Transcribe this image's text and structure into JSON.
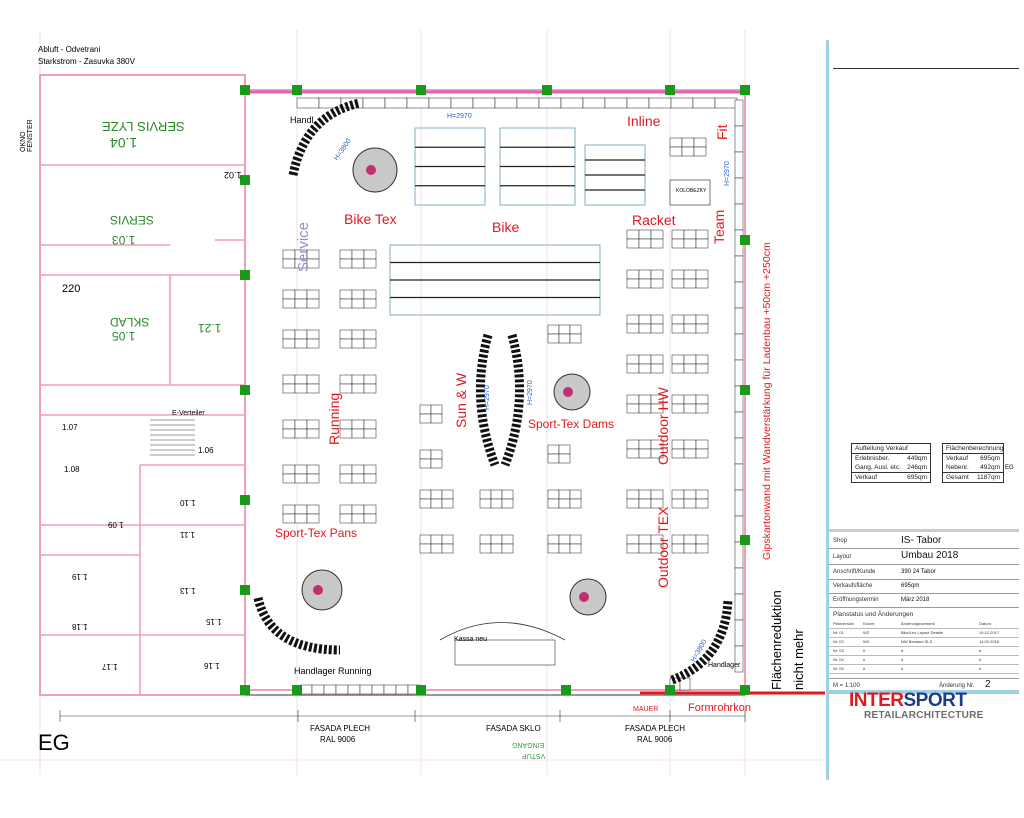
{
  "header_notes": {
    "exhaust": "Abluft  -  Odvetrani",
    "power": "Starkstrom  -  Zasuvka 380V"
  },
  "floor_label": "EG",
  "rooms": {
    "r104": "1.04",
    "r104_name": "SERVIS LYZE",
    "r103": "1.03",
    "r103_name": "SERVIS",
    "r105": "1.05",
    "r105_name": "SKLAD",
    "r220": "220",
    "r121": "1.21",
    "r102": "1.02",
    "r106": "1.06",
    "r107": "1.07",
    "r108": "1.08",
    "r109": "1.09",
    "r110": "1.10",
    "r111": "1.11",
    "r113": "1.13",
    "r115": "1.15",
    "r116": "1.16",
    "r117": "1.17",
    "r118": "1.18",
    "r119": "1.19",
    "window": "OKNO FENSTER",
    "e_verteiler": "E-Verteiler"
  },
  "zones": {
    "bike_tex": "Bike Tex",
    "bike": "Bike",
    "inline": "Inline",
    "racket": "Racket",
    "fit": "Fit",
    "team": "Team",
    "running": "Running",
    "sun": "Sun & W",
    "sport_tex_dams": "Sport-Tex Dams",
    "outdoor_hw": "Outdoor HW",
    "outdoor_tex": "Outdoor TEX",
    "sport_tex_pans": "Sport-Tex Pans",
    "service": "Service"
  },
  "fixtures": {
    "handl": "Handl.",
    "handlager_running": "Handlager Running",
    "handlager": "Handlager",
    "kassa": "Kassa neu",
    "h3800a": "H=3800",
    "h2970a": "H=2970",
    "h2970b": "H=2970",
    "h2970c": "H=2970",
    "h2970d": "H=2970",
    "h3800b": "H=3800",
    "kolobezky": "KOLOBEZKY"
  },
  "facade": {
    "left": "FASADA PLECH",
    "left_ral": "RAL 9006",
    "center": "FASADA SKLO",
    "right": "FASADA PLECH",
    "right_ral": "RAL 9006",
    "wall": "MAUER",
    "formrohr": "Formrohrkon",
    "entrance_cz": "VSTUP",
    "entrance_de": "EINGANG"
  },
  "side_notes": {
    "gipskarton": "Gipskartonwand mit Wandverstärkung für Ladenbau +50cm +250cm",
    "reduction_1": "Flächenreduktion",
    "reduction_2": "nicht mehr"
  },
  "area_tables": {
    "sales": {
      "title": "Aufteilung Verkauf",
      "rows": [
        {
          "label": "Erlebnisber.",
          "value": "449qm"
        },
        {
          "label": "Gang, Ausl. etc.",
          "value": "246qm"
        }
      ],
      "total_label": "Verkauf",
      "total_value": "695qm"
    },
    "area": {
      "title": "Flächenberechnung",
      "rows": [
        {
          "label": "Verkauf",
          "value": "695qm"
        },
        {
          "label": "Nebenr.",
          "value": "492qm"
        }
      ],
      "total_label": "Gesamt",
      "total_value": "1187qm",
      "suffix": "EG"
    }
  },
  "title_block": {
    "shop_label": "Shop",
    "shop": "IS- Tabor",
    "layout_label": "Layout",
    "layout": "Umbau 2018",
    "address_label": "Anschrift/Kunde",
    "address": "390 24 Tabor",
    "sales_area_label": "Verkaufsfläche",
    "sales_area": "695qm",
    "opening_label": "Eröffnungstermin",
    "opening": "März 2018",
    "status_title": "Planstatus und Änderungen",
    "status_headers": [
      "Planversion",
      "Kürzel",
      "Änderungsvermerk",
      "Datum"
    ],
    "status_rows": [
      [
        "Nr. 01",
        "WZ",
        "Bike/Lex Layout Detaile",
        "19.12.2017"
      ],
      [
        "Nr. 02",
        "WZ",
        "NW Bestand SLS",
        "14.02.2018"
      ],
      [
        "Nr. 03",
        "#",
        "#",
        "#"
      ],
      [
        "Nr. 04",
        "#",
        "#",
        "#"
      ],
      [
        "Nr. 05",
        "#",
        "#",
        "#"
      ]
    ],
    "scale": "M = 1:100",
    "revision_label": "Änderung Nr.",
    "revision": "2"
  },
  "logo": {
    "brand_a": "INTER",
    "brand_b": "SPORT",
    "sub": "RETAILARCHITECTURE"
  },
  "colors": {
    "zone": "#e0191e",
    "column": "#1a9a1a",
    "wall": "#f2a0b0",
    "logo_red": "#e0191e",
    "logo_blue": "#1c3c8c"
  }
}
